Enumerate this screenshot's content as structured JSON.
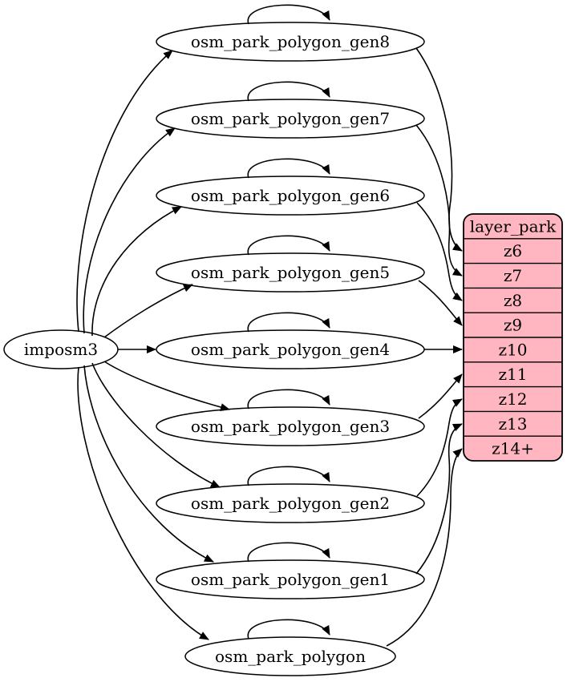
{
  "diagram": {
    "colors": {
      "background": "#ffffff",
      "node_fill": "#ffffff",
      "node_stroke": "#000000",
      "edge": "#000000",
      "layer_fill": "#ffb6c1",
      "layer_stroke": "#000000",
      "text": "#000000"
    },
    "source_node": {
      "label": "imposm3"
    },
    "generalized_tables": [
      {
        "label": "osm_park_polygon_gen8",
        "feeds_zoom": "z6",
        "self_loop": true
      },
      {
        "label": "osm_park_polygon_gen7",
        "feeds_zoom": "z7",
        "self_loop": true
      },
      {
        "label": "osm_park_polygon_gen6",
        "feeds_zoom": "z8",
        "self_loop": true
      },
      {
        "label": "osm_park_polygon_gen5",
        "feeds_zoom": "z9",
        "self_loop": true
      },
      {
        "label": "osm_park_polygon_gen4",
        "feeds_zoom": "z10",
        "self_loop": true
      },
      {
        "label": "osm_park_polygon_gen3",
        "feeds_zoom": "z11",
        "self_loop": true
      },
      {
        "label": "osm_park_polygon_gen2",
        "feeds_zoom": "z12",
        "self_loop": true
      },
      {
        "label": "osm_park_polygon_gen1",
        "feeds_zoom": "z13",
        "self_loop": true
      },
      {
        "label": "osm_park_polygon",
        "feeds_zoom": "z14+",
        "self_loop": true
      }
    ],
    "layer_table": {
      "title": "layer_park",
      "rows": [
        "z6",
        "z7",
        "z8",
        "z9",
        "z10",
        "z11",
        "z12",
        "z13",
        "z14+"
      ]
    }
  }
}
